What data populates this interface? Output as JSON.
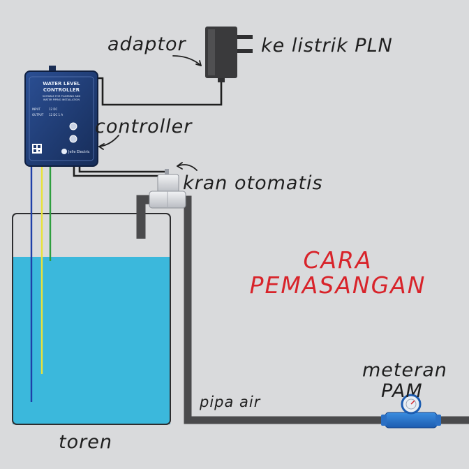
{
  "labels": {
    "adaptor": "adaptor",
    "power_source": "ke listrik PLN",
    "controller": "controller",
    "valve": "kran otomatis",
    "tank": "toren",
    "pipe": "pipa air",
    "meter_line1": "meteran",
    "meter_line2": "PAM"
  },
  "title": {
    "line1": "CARA",
    "line2": "PEMASANGAN"
  },
  "controller_panel": {
    "heading_line1": "WATER LEVEL",
    "heading_line2": "CONTROLLER",
    "sub_line1": "SUITABLE FOR PLUMBING AND",
    "sub_line2": "WATER PIPING INSTALLATION",
    "input_label": "INPUT",
    "input_value": "12 DC",
    "output_label": "OUTPUT",
    "output_value": "12 DC 1 A",
    "brand": "Jelle Electric"
  },
  "colors": {
    "background": "#d9dadc",
    "water": "#3bb8dc",
    "pipe": "#4a4a4c",
    "controller_body": "#1f3a70",
    "title": "#d8232a",
    "wire_blue": "#1f3fa8",
    "wire_yellow": "#e8e23a",
    "wire_green": "#2e9e3e"
  }
}
